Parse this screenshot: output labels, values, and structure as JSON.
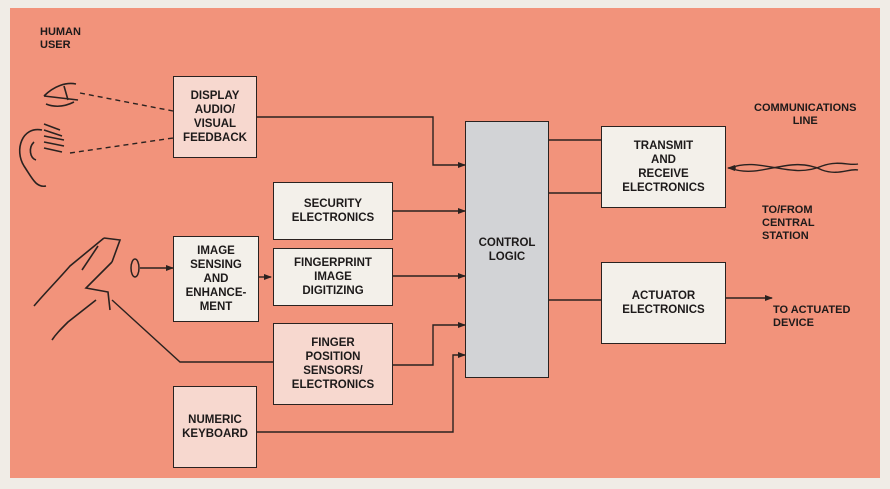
{
  "labels": {
    "human_user": "HUMAN\nUSER",
    "communications_line": "COMMUNICATIONS\nLINE",
    "to_from_central": "TO/FROM\nCENTRAL\nSTATION",
    "to_actuated": "TO ACTUATED\nDEVICE"
  },
  "blocks": {
    "display_feedback": "DISPLAY\nAUDIO/\nVISUAL\nFEEDBACK",
    "security": "SECURITY\nELECTRONICS",
    "image_sensing": "IMAGE\nSENSING\nAND\nENHANCE-\nMENT",
    "fingerprint": "FINGERPRINT\nIMAGE\nDIGITIZING",
    "finger_position": "FINGER\nPOSITION\nSENSORS/\nELECTRONICS",
    "numeric_keyboard": "NUMERIC\nKEYBOARD",
    "control_logic": "CONTROL\nLOGIC",
    "transmit_receive": "TRANSMIT\nAND\nRECEIVE\nELECTRONICS",
    "actuator": "ACTUATOR\nELECTRONICS"
  },
  "colors": {
    "panel": "#f2937b",
    "block_light": "#f3f0ea",
    "block_pink": "#f7d8cf",
    "control_logic": "#d2d3d6",
    "line": "#2a2220"
  }
}
